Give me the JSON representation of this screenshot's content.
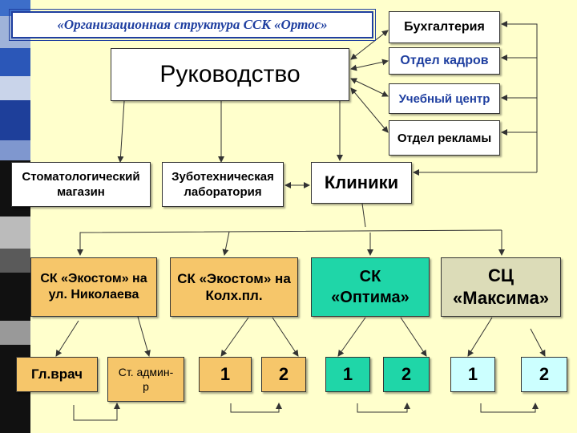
{
  "title": "«Организационная структура ССК «Ортос»",
  "colors": {
    "background": "#ffffcc",
    "white": "#ffffff",
    "orange": "#f6c66a",
    "green": "#1fd6a8",
    "grey_green": "#dcdcb8",
    "cyan": "#ccffff",
    "title_blue": "#1f3fa0",
    "hr_blue": "#1f3fa0"
  },
  "nodes": {
    "management": "Руководство",
    "accounting": "Бухгалтерия",
    "hr": "Отдел кадров",
    "training": "Учебный центр",
    "advertising": "Отдел рекламы",
    "dental_shop": "Стоматологический магазин",
    "dental_lab": "Зуботехническая лаборатория",
    "clinics": "Клиники",
    "clinic_1": "СК «Экостом» на ул. Николаева",
    "clinic_2": "СК «Экостом» на Колх.пл.",
    "clinic_3": "СК «Оптима»",
    "clinic_4": "СЦ «Максима»",
    "c1_head": "Гл.врач",
    "c1_admin": "Ст. админ-р",
    "c2_sub1": "1",
    "c2_sub2": "2",
    "c3_sub1": "1",
    "c3_sub2": "2",
    "c4_sub1": "1",
    "c4_sub2": "2"
  }
}
